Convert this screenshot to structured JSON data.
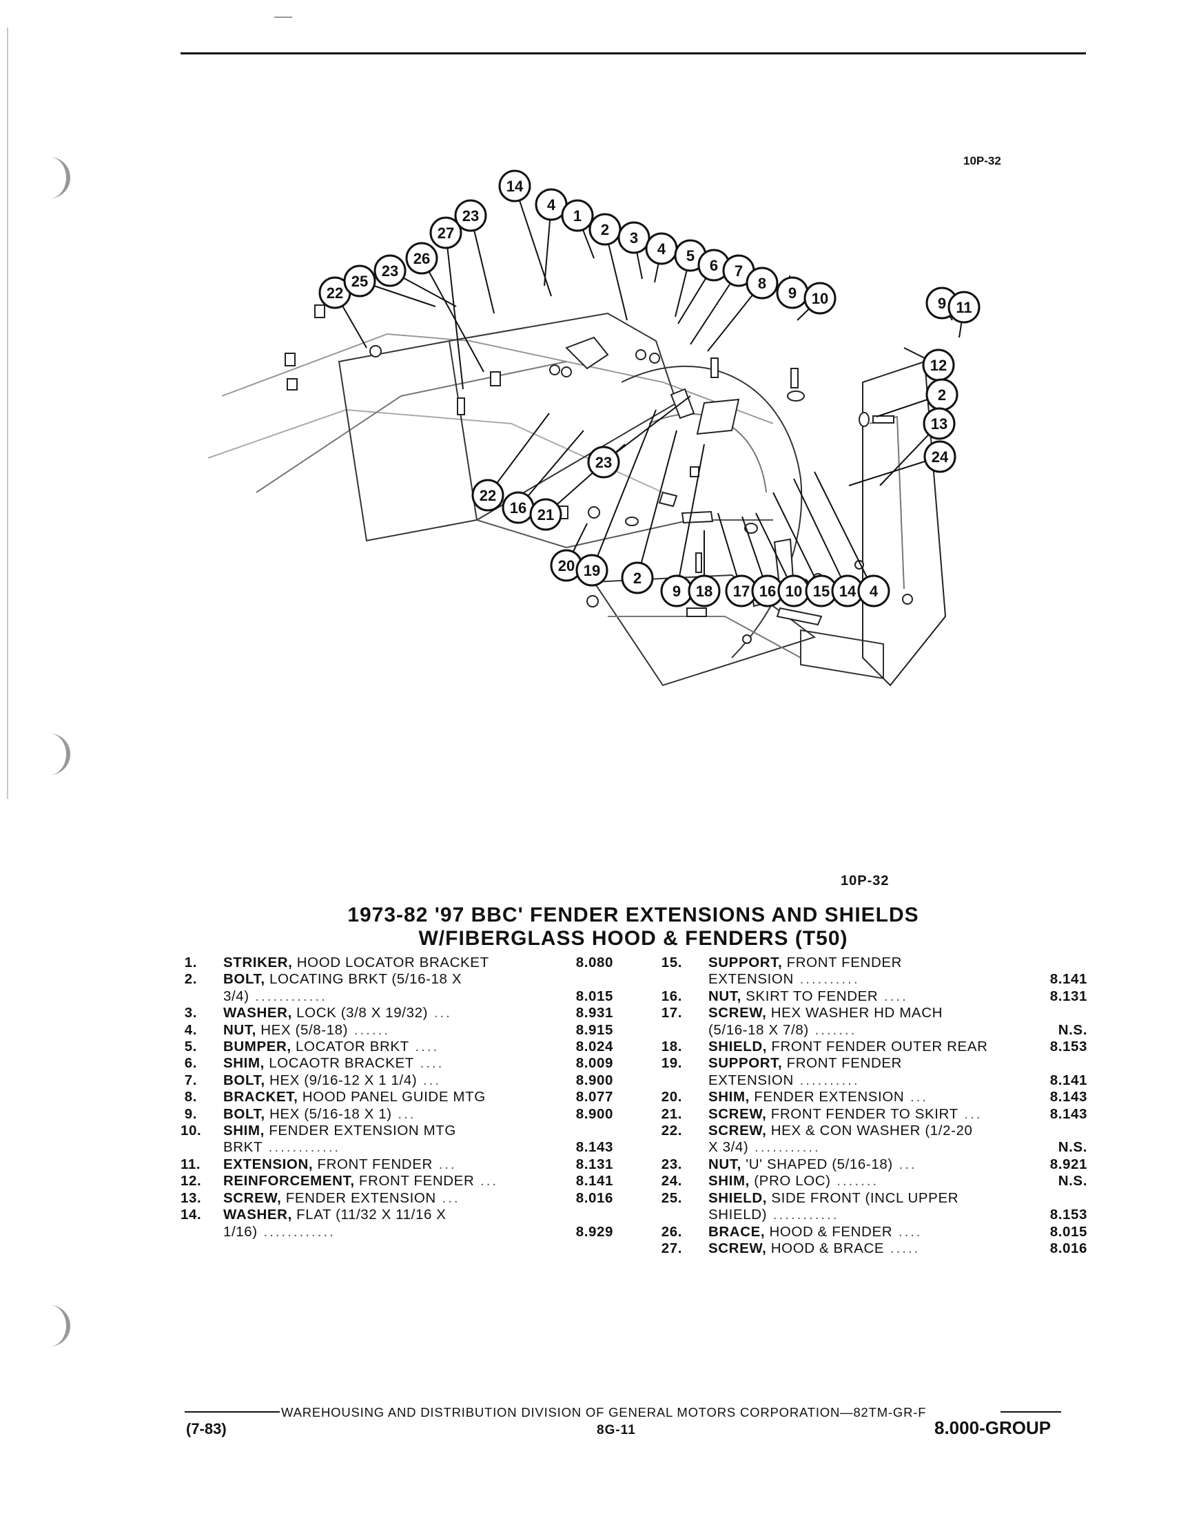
{
  "figure_code_top": "10P-32",
  "figure_code_bottom": "10P-32",
  "title_line1": "1973-82 '97 BBC' FENDER EXTENSIONS AND SHIELDS",
  "title_line2": "W/FIBERGLASS HOOD & FENDERS (T50)",
  "callouts": [
    "22",
    "25",
    "23",
    "26",
    "27",
    "23",
    "14",
    "4",
    "1",
    "2",
    "3",
    "4",
    "5",
    "6",
    "7",
    "8",
    "9",
    "10",
    "9",
    "11",
    "12",
    "2",
    "13",
    "24",
    "23",
    "22",
    "16",
    "21",
    "20",
    "19",
    "2",
    "9",
    "18",
    "17",
    "16",
    "10",
    "15",
    "14",
    "4"
  ],
  "parts_left": [
    {
      "num": "1.",
      "name": "STRIKER,",
      "desc": " HOOD LOCATOR BRACKET",
      "code": "8.080"
    },
    {
      "num": "2.",
      "name": "BOLT,",
      "desc": " LOCATING BRKT (5/16-18 X",
      "code": ""
    },
    {
      "num": "",
      "name": "",
      "desc": "3/4)",
      "code": "8.015",
      "lead": true
    },
    {
      "num": "3.",
      "name": "WASHER,",
      "desc": " LOCK (3/8 X 19/32)",
      "code": "8.931",
      "lead": true
    },
    {
      "num": "4.",
      "name": "NUT,",
      "desc": " HEX (5/8-18)",
      "code": "8.915",
      "lead": true
    },
    {
      "num": "5.",
      "name": "BUMPER,",
      "desc": " LOCATOR BRKT",
      "code": "8.024",
      "lead": true
    },
    {
      "num": "6.",
      "name": "SHIM,",
      "desc": " LOCAOTR BRACKET",
      "code": "8.009",
      "lead": true
    },
    {
      "num": "7.",
      "name": "BOLT,",
      "desc": " HEX (9/16-12 X 1 1/4)",
      "code": "8.900",
      "lead": true
    },
    {
      "num": "8.",
      "name": "BRACKET,",
      "desc": " HOOD PANEL GUIDE MTG",
      "code": "8.077"
    },
    {
      "num": "9.",
      "name": "BOLT,",
      "desc": " HEX (5/16-18 X 1)",
      "code": "8.900",
      "lead": true
    },
    {
      "num": "10.",
      "name": "SHIM,",
      "desc": " FENDER EXTENSION MTG",
      "code": ""
    },
    {
      "num": "",
      "name": "",
      "desc": "BRKT",
      "code": "8.143",
      "lead": true
    },
    {
      "num": "11.",
      "name": "EXTENSION,",
      "desc": " FRONT FENDER",
      "code": "8.131",
      "lead": true
    },
    {
      "num": "12.",
      "name": "REINFORCEMENT,",
      "desc": " FRONT FENDER",
      "code": "8.141",
      "lead": true
    },
    {
      "num": "13.",
      "name": "SCREW,",
      "desc": " FENDER EXTENSION",
      "code": "8.016",
      "lead": true
    },
    {
      "num": "14.",
      "name": "WASHER,",
      "desc": " FLAT (11/32 X 11/16 X",
      "code": ""
    },
    {
      "num": "",
      "name": "",
      "desc": "1/16)",
      "code": "8.929",
      "lead": true
    }
  ],
  "parts_right": [
    {
      "num": "15.",
      "name": "SUPPORT,",
      "desc": " FRONT FENDER",
      "code": ""
    },
    {
      "num": "",
      "name": "",
      "desc": "EXTENSION",
      "code": "8.141",
      "lead": true
    },
    {
      "num": "16.",
      "name": "NUT,",
      "desc": " SKIRT TO FENDER",
      "code": "8.131",
      "lead": true
    },
    {
      "num": "17.",
      "name": "SCREW,",
      "desc": " HEX WASHER HD MACH",
      "code": ""
    },
    {
      "num": "",
      "name": "",
      "desc": "(5/16-18 X 7/8)",
      "code": "N.S.",
      "lead": true
    },
    {
      "num": "18.",
      "name": "SHIELD,",
      "desc": " FRONT FENDER OUTER REAR",
      "code": "8.153"
    },
    {
      "num": "19.",
      "name": "SUPPORT,",
      "desc": " FRONT FENDER",
      "code": ""
    },
    {
      "num": "",
      "name": "",
      "desc": "EXTENSION",
      "code": "8.141",
      "lead": true
    },
    {
      "num": "20.",
      "name": "SHIM,",
      "desc": " FENDER EXTENSION",
      "code": "8.143",
      "lead": true
    },
    {
      "num": "21.",
      "name": "SCREW,",
      "desc": " FRONT FENDER TO SKIRT",
      "code": "8.143",
      "lead": true
    },
    {
      "num": "22.",
      "name": "SCREW,",
      "desc": " HEX & CON WASHER (1/2-20",
      "code": ""
    },
    {
      "num": "",
      "name": "",
      "desc": "X 3/4)",
      "code": "N.S.",
      "lead": true
    },
    {
      "num": "23.",
      "name": "NUT,",
      "desc": " 'U' SHAPED (5/16-18)",
      "code": "8.921",
      "lead": true
    },
    {
      "num": "24.",
      "name": "SHIM,",
      "desc": " (PRO LOC)",
      "code": "N.S.",
      "lead": true
    },
    {
      "num": "25.",
      "name": "SHIELD,",
      "desc": " SIDE FRONT (INCL UPPER",
      "code": ""
    },
    {
      "num": "",
      "name": "",
      "desc": "SHIELD)",
      "code": "8.153",
      "lead": true
    },
    {
      "num": "26.",
      "name": "BRACE,",
      "desc": " HOOD & FENDER",
      "code": "8.015",
      "lead": true
    },
    {
      "num": "27.",
      "name": "SCREW,",
      "desc": " HOOD & BRACE",
      "code": "8.016",
      "lead": true
    }
  ],
  "footer": {
    "division": "WAREHOUSING AND DISTRIBUTION DIVISION OF GENERAL MOTORS CORPORATION—82TM-GR-F",
    "date": "(7-83)",
    "page": "8G-11",
    "group": "8.000-GROUP"
  }
}
